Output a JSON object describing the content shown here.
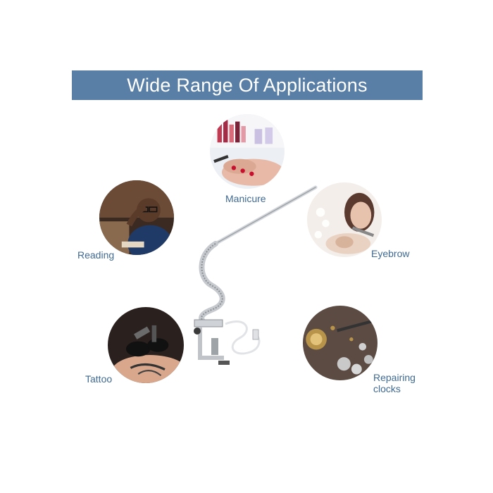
{
  "banner": {
    "title": "Wide Range Of Applications",
    "color": "#5a7fa6"
  },
  "applications": [
    {
      "label": "Manicure",
      "icon": "manicure-photo"
    },
    {
      "label": "Reading",
      "icon": "reading-photo"
    },
    {
      "label": "Eyebrow",
      "icon": "eyebrow-photo"
    },
    {
      "label": "Tattoo",
      "icon": "tattoo-photo"
    },
    {
      "label": "Repairing",
      "label2": "clocks",
      "icon": "clock-repair-photo"
    }
  ],
  "colors": {
    "label_text": "#3f6a93",
    "background": "#ffffff",
    "lamp_metal": "#c9ccd0"
  }
}
